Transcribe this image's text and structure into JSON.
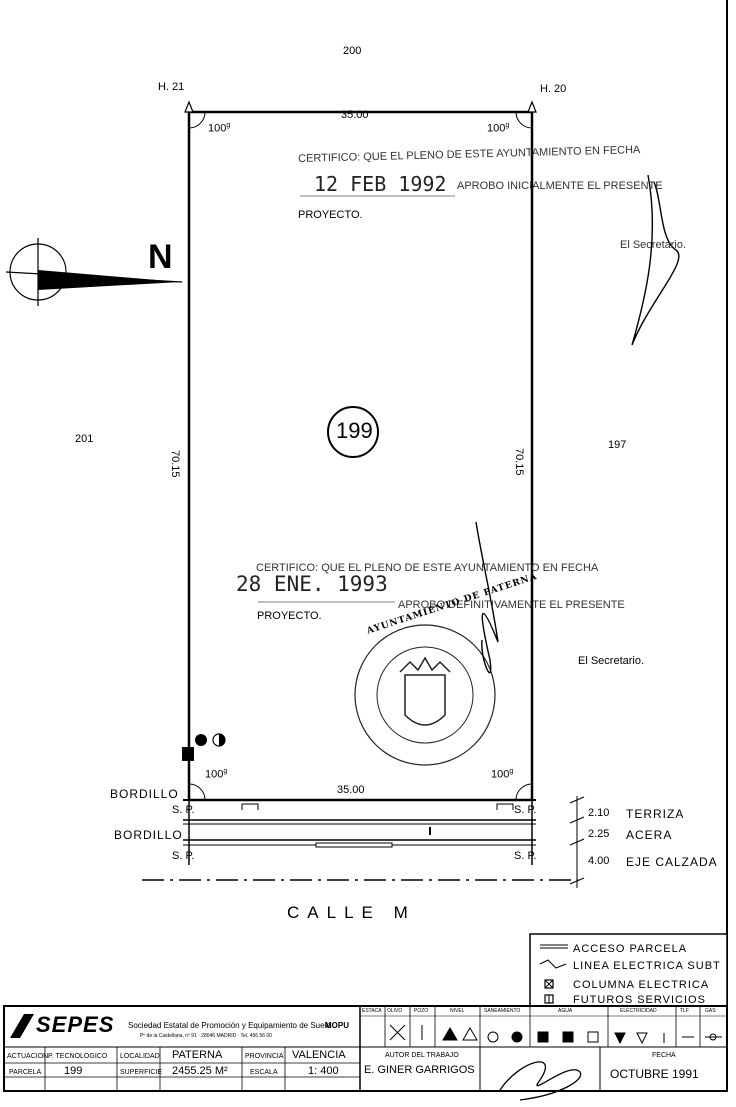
{
  "parcels": {
    "top": "200",
    "left": "201",
    "right": "197",
    "main": "199"
  },
  "markers": {
    "h_left": "H. 21",
    "h_right": "H. 20"
  },
  "dimensions": {
    "top_length": "35.00",
    "bottom_length": "35.00",
    "left_side": "70.15",
    "right_side": "70.15",
    "angle_tl": "100",
    "angle_tr": "100",
    "angle_bl": "100",
    "angle_br": "100",
    "angle_unit": "g"
  },
  "north": "N",
  "certificate_1": {
    "line1": "CERTIFICO: QUE EL PLENO DE ESTE AYUNTAMIENTO EN FECHA",
    "date": "12 FEB 1992",
    "line2": "APROBO INICIALMENTE EL PRESENTE",
    "line3": "PROYECTO.",
    "signer": "El Secretario."
  },
  "certificate_2": {
    "line1": "CERTIFICO: QUE EL PLENO DE ESTE AYUNTAMIENTO EN FECHA",
    "date": "28 ENE. 1993",
    "line2": "APROBO DEFINITIVAMENTE EL PRESENTE",
    "line3": "PROYECTO.",
    "signer": "El Secretario."
  },
  "seal": {
    "text": "AYUNTAMIENTO DE PATERNA"
  },
  "street": {
    "bordillo_1": "BORDILLO",
    "bordillo_2": "BORDILLO",
    "sp": "S. P.",
    "dim_1": "2.10",
    "label_1": "TERRIZA",
    "dim_2": "2.25",
    "label_2": "ACERA",
    "dim_3": "4.00",
    "label_3": "EJE CALZADA",
    "name": "CALLE   M"
  },
  "legend": [
    {
      "label": "ACCESO PARCELA",
      "icon": "access-icon"
    },
    {
      "label": "LINEA ELECTRICA SUBT",
      "icon": "cable-icon"
    },
    {
      "label": "COLUMNA ELECTRICA",
      "icon": "column-icon"
    },
    {
      "label": "FUTUROS SERVICIOS",
      "icon": "future-icon"
    }
  ],
  "title_block": {
    "logo": "SEPES",
    "company": "Sociedad Estatal de Promoción y Equipamiento de Suelo",
    "ministry": "MOPU",
    "address": "Pº de la Castellana, nº 91 · 28046 MADRID · Tel. 456 56 00",
    "act_label": "ACTUACION",
    "parcela_label": "PARCELA",
    "parcela_value": "199",
    "ptec_label": "P. TECNOLOGICO",
    "loc_label": "LOCALIDAD",
    "loc_value": "PATERNA",
    "sup_label": "SUPERFICIE",
    "sup_value": "2455.25 M²",
    "prov_label": "PROVINCIA",
    "prov_value": "VALENCIA",
    "esc_label": "ESCALA",
    "esc_value": "1: 400",
    "autor_label": "AUTOR DEL TRABAJO",
    "autor_value": "E. GINER GARRIGOS",
    "fecha_label": "FECHA",
    "fecha_value": "OCTUBRE  1991",
    "svc_headers": [
      "ESTACA",
      "OLIVO",
      "POZO",
      "NIVEL",
      "SANEAMIENTO",
      "AGUA",
      "ELECTRICIDAD",
      "TLF",
      "GAS"
    ]
  }
}
